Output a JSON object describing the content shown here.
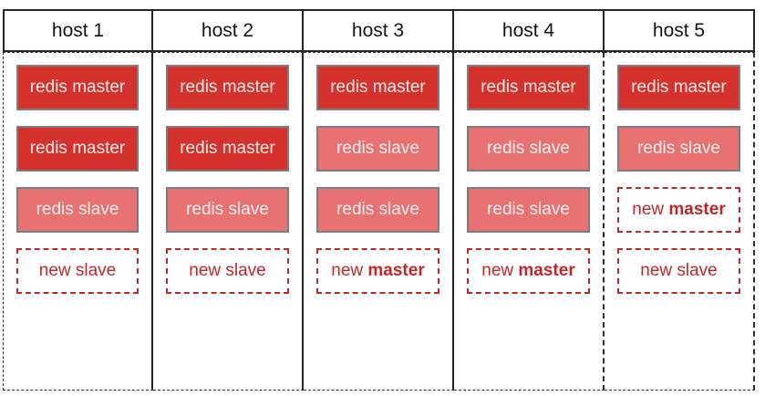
{
  "diagram_title": "redis-hosts-failover-diagram",
  "colors": {
    "master_fill": "#d5312d",
    "slave_fill": "#e87272",
    "filled_box_border": "#7d7d7d",
    "new_box_border": "#c0272b",
    "new_box_text": "#c0272b",
    "filled_box_text": "#f4e9e9",
    "header_border": "#262626",
    "column_dashed_border": "#2e2e2e",
    "background": "#ffffff"
  },
  "hosts": [
    {
      "label": "host 1",
      "nodes": [
        {
          "text": "redis master",
          "bold_text": "",
          "type": "master"
        },
        {
          "text": "redis master",
          "bold_text": "",
          "type": "master"
        },
        {
          "text": "redis slave",
          "bold_text": "",
          "type": "slave"
        },
        {
          "text": "new slave",
          "bold_text": "",
          "type": "new"
        }
      ]
    },
    {
      "label": "host 2",
      "nodes": [
        {
          "text": "redis master",
          "bold_text": "",
          "type": "master"
        },
        {
          "text": "redis master",
          "bold_text": "",
          "type": "master"
        },
        {
          "text": "redis slave",
          "bold_text": "",
          "type": "slave"
        },
        {
          "text": "new slave",
          "bold_text": "",
          "type": "new"
        }
      ]
    },
    {
      "label": "host 3",
      "nodes": [
        {
          "text": "redis master",
          "bold_text": "",
          "type": "master"
        },
        {
          "text": "redis slave",
          "bold_text": "",
          "type": "slave"
        },
        {
          "text": "redis slave",
          "bold_text": "",
          "type": "slave"
        },
        {
          "text": "new ",
          "bold_text": "master",
          "type": "new"
        }
      ]
    },
    {
      "label": "host 4",
      "nodes": [
        {
          "text": "redis master",
          "bold_text": "",
          "type": "master"
        },
        {
          "text": "redis slave",
          "bold_text": "",
          "type": "slave"
        },
        {
          "text": "redis slave",
          "bold_text": "",
          "type": "slave"
        },
        {
          "text": "new ",
          "bold_text": "master",
          "type": "new"
        }
      ]
    },
    {
      "label": "host 5",
      "nodes": [
        {
          "text": "redis master",
          "bold_text": "",
          "type": "master"
        },
        {
          "text": "redis slave",
          "bold_text": "",
          "type": "slave"
        },
        {
          "text": "new ",
          "bold_text": "master",
          "type": "new"
        },
        {
          "text": "new slave",
          "bold_text": "",
          "type": "new"
        }
      ]
    }
  ]
}
